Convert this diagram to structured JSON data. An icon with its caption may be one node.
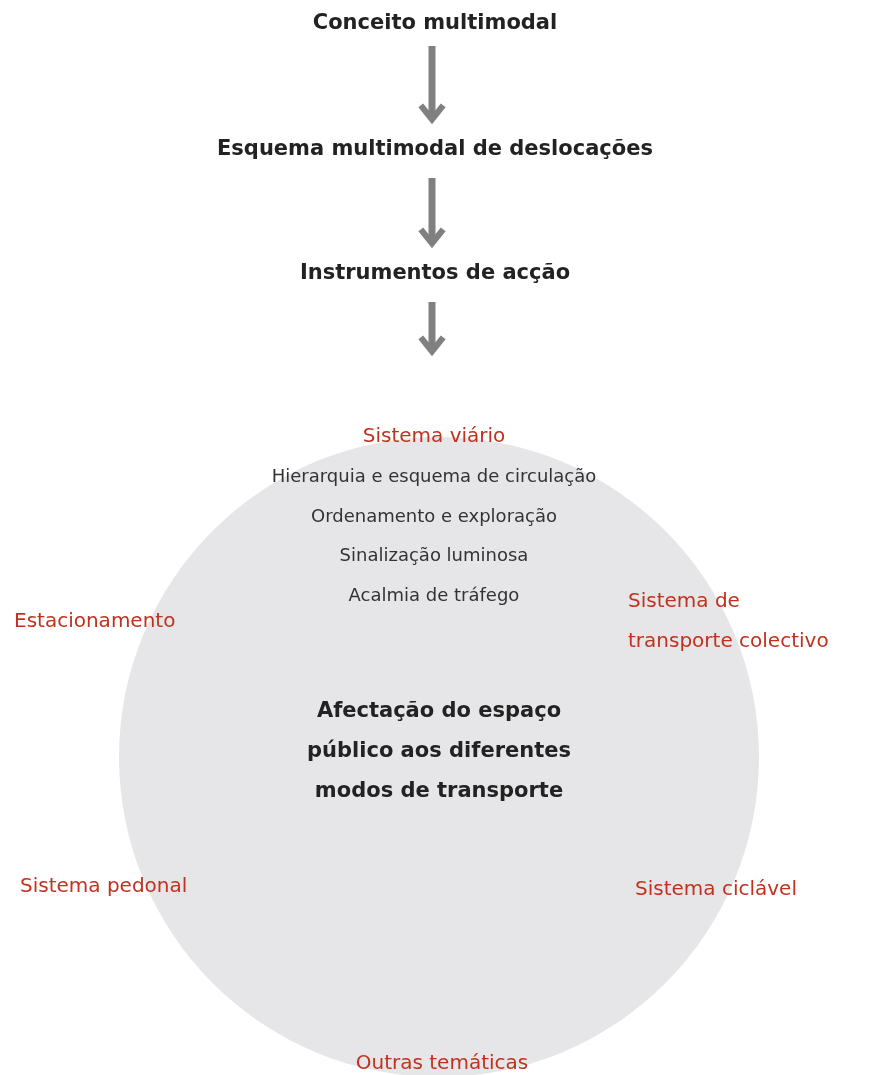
{
  "diagram": {
    "nodes": [
      {
        "text": [
          "Conceito multimodal"
        ]
      },
      {
        "text": [
          "Esquema multimodal de deslocações"
        ]
      },
      {
        "text": [
          "Instrumentos de acção"
        ]
      },
      {
        "text": [
          "Afectação do espaço público aos diferentes modos de transporte"
        ]
      }
    ],
    "edges": [
      {
        "from": 0,
        "to": 1,
        "arrow": "to"
      },
      {
        "from": 1,
        "to": 2,
        "arrow": "to"
      },
      {
        "from": 2,
        "to": null,
        "arrow": "to"
      }
    ],
    "labels": [
      "Sistema viário",
      "Hierarquia e esquema de circulação",
      "Ordenamento e exploração",
      "Sinalização luminosa",
      "Acalmia de tráfego",
      "Estacionamento",
      "Sistema de transporte colectivo",
      "Sistema pedonal",
      "Sistema ciclável",
      "Outras temáticas"
    ]
  }
}
